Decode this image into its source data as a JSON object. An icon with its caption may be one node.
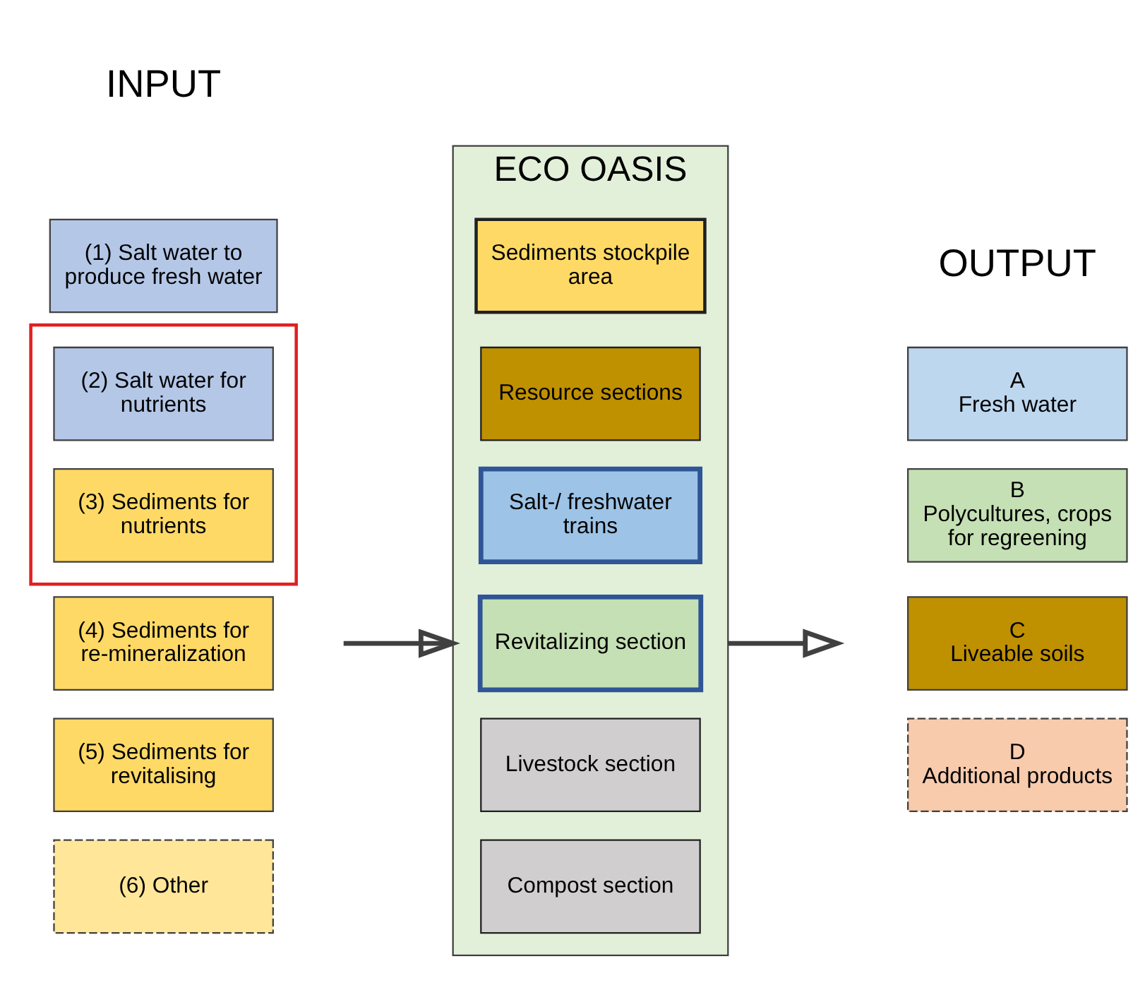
{
  "diagram": {
    "nodes": [
      {
        "text": [
          "(1) Salt water to produce fresh water"
        ]
      },
      {
        "text": [],
        "shape": "box"
      },
      {
        "text": [
          "(2) Salt water for nutrients"
        ],
        "in": 1
      },
      {
        "text": [
          "(3) Sediments for nutrients"
        ],
        "in": 1
      },
      {
        "text": [
          "(4) Sediments for re-mineralization"
        ]
      },
      {
        "text": [
          "(5) Sediments for revitalising"
        ]
      },
      {
        "text": [
          "(6) Other"
        ]
      },
      {
        "text": [
          "ECO OASIS"
        ]
      },
      {
        "text": [
          "Sediments stockpile area"
        ],
        "in": 7
      },
      {
        "text": [
          "Resource sections"
        ],
        "in": 7
      },
      {
        "text": [
          "Salt-/ freshwater trains"
        ],
        "in": 7
      },
      {
        "text": [
          "Revitalizing section"
        ],
        "in": 7
      },
      {
        "text": [
          "Livestock section"
        ],
        "in": 7
      },
      {
        "text": [
          "Compost section"
        ],
        "in": 7
      },
      {
        "text": [
          "A",
          "Fresh water"
        ]
      },
      {
        "text": [
          "B",
          "Polycultures, crops for regreening"
        ]
      },
      {
        "text": [
          "C",
          "Liveable soils"
        ]
      },
      {
        "text": [
          "D",
          "Additional products"
        ]
      }
    ],
    "edges": [
      {
        "from": null,
        "to": 7,
        "arrow": "to"
      },
      {
        "from": 7,
        "to": null,
        "arrow": "to"
      }
    ],
    "labels": [
      "INPUT",
      "OUTPUT"
    ]
  }
}
